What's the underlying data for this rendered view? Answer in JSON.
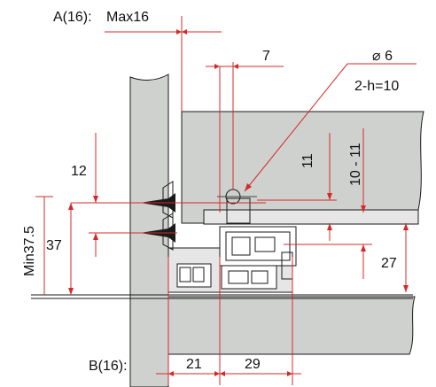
{
  "labels": {
    "a_label": "A(16):",
    "max": "Max16",
    "seven": "7",
    "diameter": "⌀ 6",
    "holes": "2-h=10",
    "twelve": "12",
    "eleven": "11",
    "ten_eleven": "10 - 11",
    "min": "Min37.5",
    "thirty_seven": "37",
    "twenty_seven": "27",
    "b_label": "B(16):",
    "twenty_one": "21",
    "twenty_nine": "29"
  },
  "colors": {
    "panel": "#cfd1cf",
    "line": "#1a1a1a",
    "dimension": "#d42a2a",
    "runner": "#e6e6e6"
  }
}
